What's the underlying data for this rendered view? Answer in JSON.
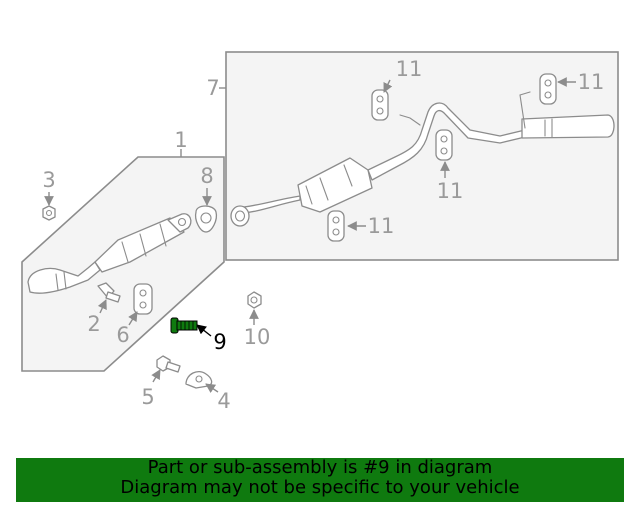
{
  "callouts": {
    "c1": "1",
    "c2": "2",
    "c3": "3",
    "c4": "4",
    "c5": "5",
    "c6": "6",
    "c7": "7",
    "c8": "8",
    "c9": "9",
    "c10": "10",
    "c11a": "11",
    "c11b": "11",
    "c11c": "11",
    "c11d": "11"
  },
  "highlighted_part": "9",
  "colors": {
    "highlight": "#0f7a0f",
    "line": "#8c8c8c",
    "box_fill": "#f4f4f4"
  },
  "banner": {
    "line1": "Part or sub-assembly is #9 in diagram",
    "line2": "Diagram may not be specific to your vehicle"
  }
}
